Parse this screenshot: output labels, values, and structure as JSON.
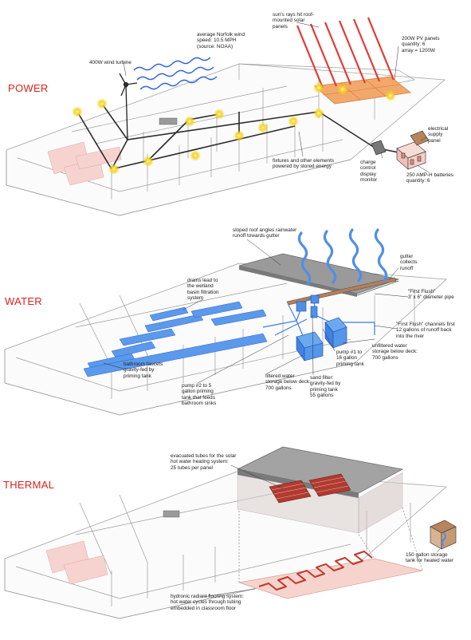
{
  "colors": {
    "section_title": "#e0211b",
    "wind": "#2f63d6",
    "sun_rays": "#e53935",
    "solar_panel": "#f2a86a",
    "light_glow": "#f6d21c",
    "water": "#4f8fe6",
    "roof_gray": "#9a9a9a",
    "radiant_tube": "#c0392b",
    "floor_pink": "#f3c6bd",
    "structure": "#7a7a7a"
  },
  "sections": {
    "power": {
      "title": "POWER",
      "annotations": {
        "wind_speed": "average Norfolk wind\nspeed: 10.5 MPH\n(source: NOAA)",
        "turbine": "400W wind turbine",
        "sun_rays": "sun's rays hit roof-\nmounted solar\npanels",
        "pv_panels": "200W PV panels\nquantity: 6\narray = 1200W",
        "electrical_panel": "electrical\nsupply\npanel",
        "charge_monitor": "charge\ncontrol\ndisplay\nmonitor",
        "fixtures": "fixtures and other elements\npowered by stored energy",
        "batteries": "250 AMP-H batteries\nquantity: 6"
      }
    },
    "water": {
      "title": "WATER",
      "annotations": {
        "roof_rainwater": "sloped roof angles rainwater\nrunoff towards gutter",
        "gutter": "gutter\ncollects\nrunoff",
        "first_flush_pipe": "\"First Flush\"\n3' x 6\" diameter pipe",
        "first_flush_channels": "\"First Flush\" channels first\n12 gallons of runoff back\ninto the river",
        "drains": "drains lead to\nthe wetland\nbasin filtration\nsystem",
        "bathroom_faucets": "bathroom faucets\ngravity-fed by\npriming tank",
        "pump2": "pump #2 to 5\ngallon priming\ntank that feeds\nbathroom sinks",
        "filtered_storage": "filtered water\nstorage below deck:\n700 gallons",
        "sand_filter": "sand filter:\ngravity-fed by\npriming tank\n55 gallons",
        "pump1": "pump #1 to\n16 gallon\npriming tank",
        "unfiltered_storage": "unfiltered water\nstorage below deck:\n700 gallons"
      }
    },
    "thermal": {
      "title": "THERMAL",
      "annotations": {
        "evacuated_tubes": "evacuated tubes for the solar\nhot water heating system:\n25 tubes per panel",
        "storage_tank": "150 gallon storage\ntank for heated water",
        "radiant_floor": "hydronic radiant flooring system:\nhot water cycles through tubing\nembedded in classroom floor"
      }
    }
  }
}
